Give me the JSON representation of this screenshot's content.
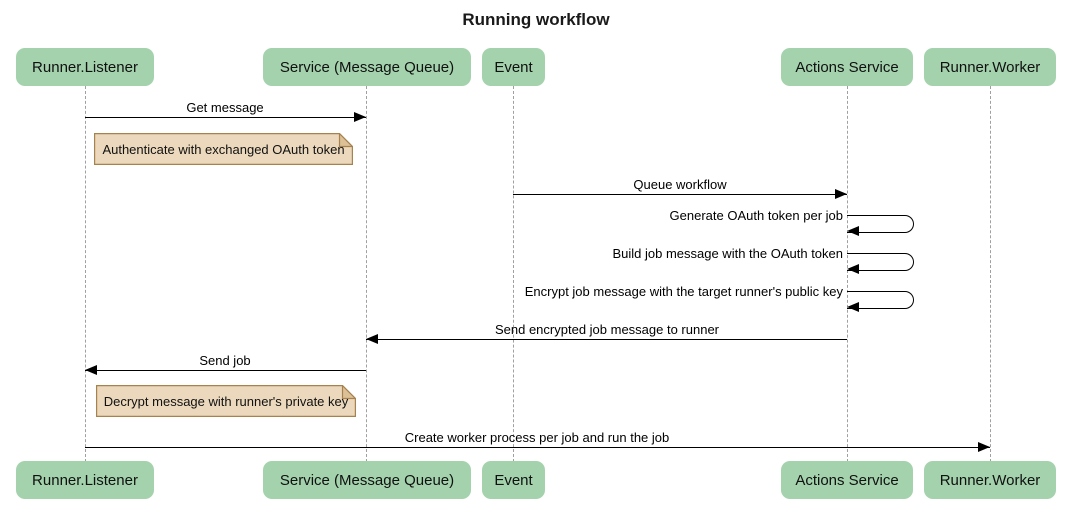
{
  "title": "Running workflow",
  "participants": [
    {
      "label": "Runner.Listener"
    },
    {
      "label": "Service (Message Queue)"
    },
    {
      "label": "Event"
    },
    {
      "label": "Actions Service"
    },
    {
      "label": "Runner.Worker"
    }
  ],
  "messages": [
    {
      "label": "Get message",
      "from": "Runner.Listener",
      "to": "Service (Message Queue)"
    },
    {
      "label": "Queue workflow",
      "from": "Event",
      "to": "Actions Service"
    },
    {
      "label": "Generate OAuth token per job",
      "from": "Actions Service",
      "to": "Actions Service"
    },
    {
      "label": "Build job message with the OAuth token",
      "from": "Actions Service",
      "to": "Actions Service"
    },
    {
      "label": "Encrypt job message with the target runner's public key",
      "from": "Actions Service",
      "to": "Actions Service"
    },
    {
      "label": "Send encrypted job message to runner",
      "from": "Actions Service",
      "to": "Service (Message Queue)"
    },
    {
      "label": "Send job",
      "from": "Service (Message Queue)",
      "to": "Runner.Listener"
    },
    {
      "label": "Create worker process per job and run the job",
      "from": "Runner.Listener",
      "to": "Runner.Worker"
    }
  ],
  "notes": [
    {
      "text": "Authenticate with exchanged OAuth token"
    },
    {
      "text": "Decrypt message with runner's private key"
    }
  ],
  "colors": {
    "participant_fill": "#a3d2ac",
    "note_fill": "#ecd9bd",
    "note_fold": "#dcc096",
    "note_border": "#a6824e",
    "lifeline": "#a0a0a0",
    "arrow": "#000000"
  }
}
